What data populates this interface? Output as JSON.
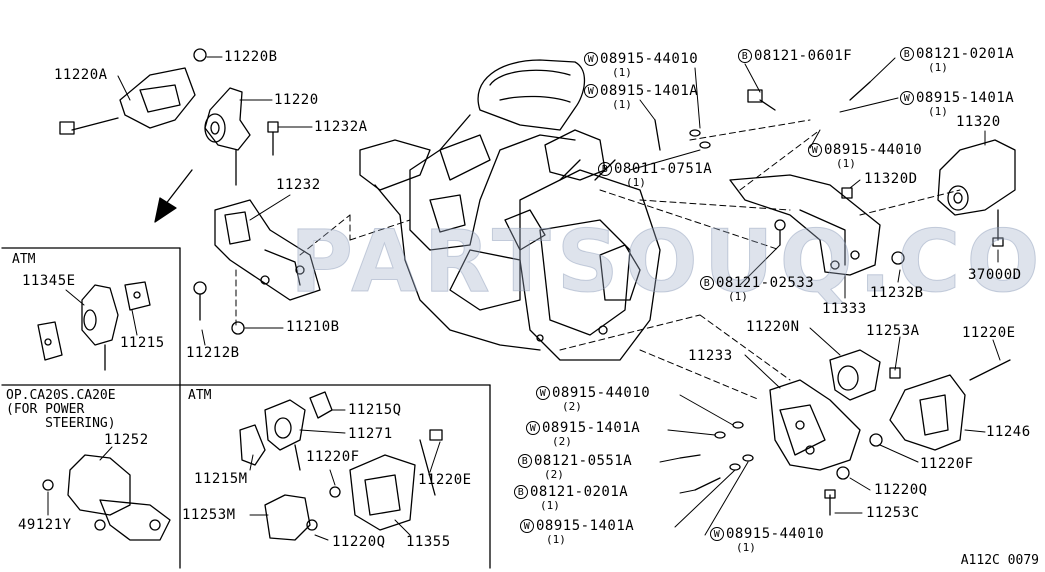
{
  "watermark": "PARTSOUQ.COM",
  "diagram_code": "A112C 0079",
  "boxes": {
    "atm1": "ATM",
    "op_header": "OP.CA20S.CA20E\n(FOR POWER\n     STEERING)",
    "atm2": "ATM"
  },
  "labels": {
    "p11220B": "11220B",
    "p11220A": "11220A",
    "p11220": "11220",
    "p11232A": "11232A",
    "p11232": "11232",
    "p11345E": "11345E",
    "p11215": "11215",
    "p11212B": "11212B",
    "p11210B": "11210B",
    "p11252": "11252",
    "p49121Y": "49121Y",
    "p11215Q": "11215Q",
    "p11271": "11271",
    "p11220F_l": "11220F",
    "p11220E_l": "11220E",
    "p11215M": "11215M",
    "p11253M": "11253M",
    "p11220Q_l": "11220Q",
    "p11355": "11355",
    "p11320": "11320",
    "p11320D": "11320D",
    "p37000D": "37000D",
    "p11232B": "11232B",
    "p11333": "11333",
    "p11220N": "11220N",
    "p11253A": "11253A",
    "p11220E_r": "11220E",
    "p11233": "11233",
    "p11246": "11246",
    "p11220F_r": "11220F",
    "p11220Q_r": "11220Q",
    "p11253C": "11253C"
  },
  "coded": {
    "w1": {
      "mark": "W",
      "num": "08915-44010",
      "qty": "(1)"
    },
    "w2": {
      "mark": "W",
      "num": "08915-1401A",
      "qty": "(1)"
    },
    "b1": {
      "mark": "B",
      "num": "08121-0601F",
      "qty": ""
    },
    "b2": {
      "mark": "B",
      "num": "08121-0201A",
      "qty": "(1)"
    },
    "w3": {
      "mark": "W",
      "num": "08915-1401A",
      "qty": "(1)"
    },
    "w4": {
      "mark": "W",
      "num": "08915-44010",
      "qty": "(1)"
    },
    "b3": {
      "mark": "B",
      "num": "08011-0751A",
      "qty": "(1)"
    },
    "b4": {
      "mark": "B",
      "num": "08121-02533",
      "qty": "(1)"
    },
    "w5": {
      "mark": "W",
      "num": "08915-44010",
      "qty": "(2)"
    },
    "w6": {
      "mark": "W",
      "num": "08915-1401A",
      "qty": "(2)"
    },
    "b5": {
      "mark": "B",
      "num": "08121-0551A",
      "qty": "(2)"
    },
    "b6": {
      "mark": "B",
      "num": "08121-0201A",
      "qty": "(1)"
    },
    "w7": {
      "mark": "W",
      "num": "08915-1401A",
      "qty": "(1)"
    },
    "w8": {
      "mark": "W",
      "num": "08915-44010",
      "qty": "(1)"
    }
  }
}
